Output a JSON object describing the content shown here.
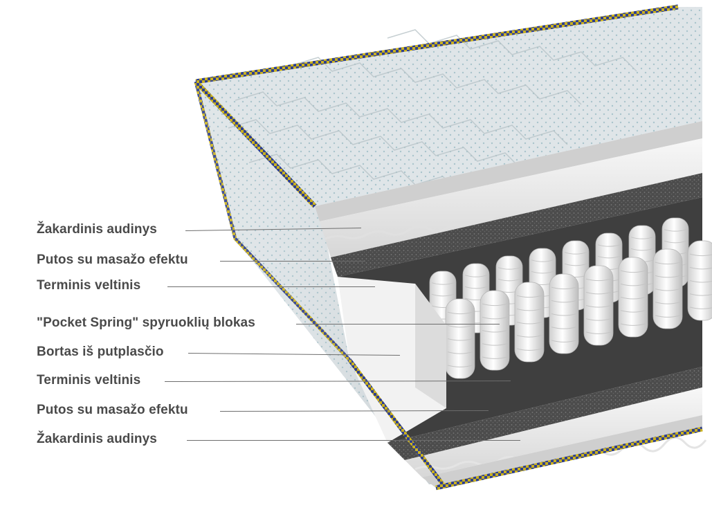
{
  "colors": {
    "fabric": "#d8dfe2",
    "fabric_dot": "#a9c4cc",
    "piping_blue": "#2f3f8f",
    "piping_yellow": "#c9b11f",
    "felt": "#505050",
    "foam": "#f4f4f4",
    "spring": "#ffffff",
    "label_text": "#4a4a4a",
    "leader_line": "#6d6d6d"
  },
  "layers": [
    {
      "label": "Žakardinis audinys"
    },
    {
      "label": "Putos su masažo efektu"
    },
    {
      "label": "Terminis veltinis"
    },
    {
      "label": "\"Pocket Spring\" spyruoklių blokas"
    },
    {
      "label": "Bortas iš putplasčio"
    },
    {
      "label": "Terminis veltinis"
    },
    {
      "label": "Putos su masažo efektu"
    },
    {
      "label": "Žakardinis audinys"
    }
  ]
}
